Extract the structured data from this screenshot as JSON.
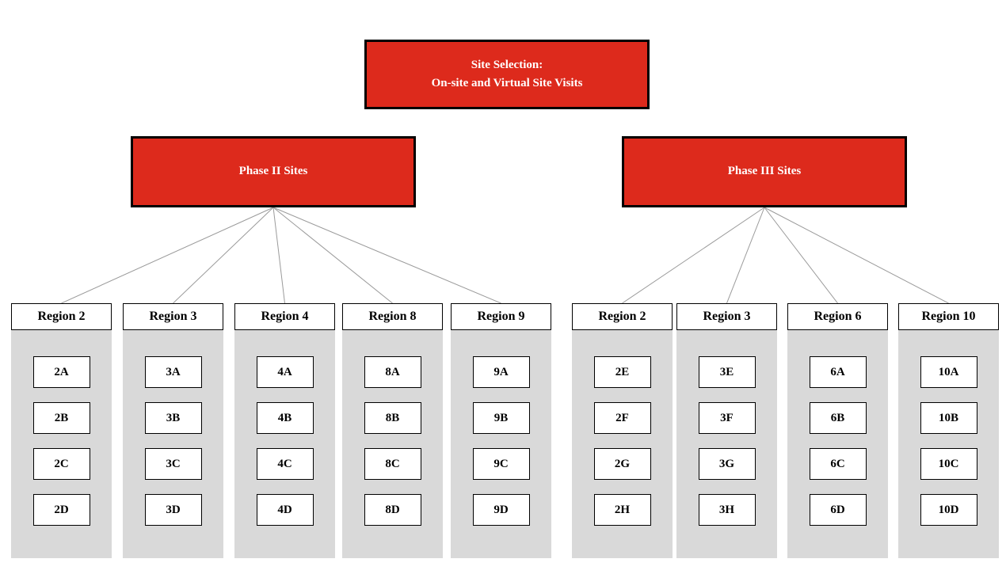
{
  "diagram": {
    "root": {
      "line1": "Site Selection:",
      "line2": "On-site and  Virtual  Site Visits"
    },
    "phases": [
      {
        "label": "Phase II Sites",
        "regions": [
          {
            "name": "Region 2",
            "sites": [
              "2A",
              "2B",
              "2C",
              "2D"
            ]
          },
          {
            "name": "Region 3",
            "sites": [
              "3A",
              "3B",
              "3C",
              "3D"
            ]
          },
          {
            "name": "Region 4",
            "sites": [
              "4A",
              "4B",
              "4C",
              "4D"
            ]
          },
          {
            "name": "Region 8",
            "sites": [
              "8A",
              "8B",
              "8C",
              "8D"
            ]
          },
          {
            "name": "Region 9",
            "sites": [
              "9A",
              "9B",
              "9C",
              "9D"
            ]
          }
        ]
      },
      {
        "label": "Phase III Sites",
        "regions": [
          {
            "name": "Region 2",
            "sites": [
              "2E",
              "2F",
              "2G",
              "2H"
            ]
          },
          {
            "name": "Region 3",
            "sites": [
              "3E",
              "3F",
              "3G",
              "3H"
            ]
          },
          {
            "name": "Region 6",
            "sites": [
              "6A",
              "6B",
              "6C",
              "6D"
            ]
          },
          {
            "name": "Region 10",
            "sites": [
              "10A",
              "10B",
              "10C",
              "10D"
            ]
          }
        ]
      }
    ],
    "colors": {
      "phase_box_red": "#dd2a1c",
      "column_gray": "#d9d9d9",
      "connector_gray": "#9a9a9a",
      "border_black": "#000000"
    }
  }
}
